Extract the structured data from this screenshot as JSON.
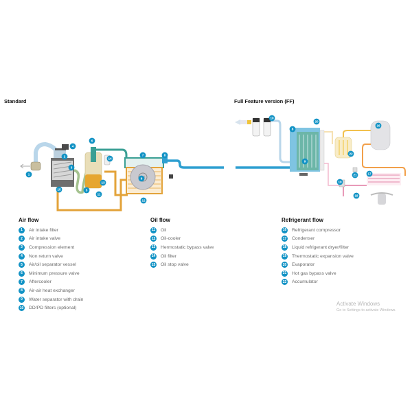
{
  "sections": {
    "standard_title": "Standard",
    "ff_title": "Full Feature version (FF)"
  },
  "colors": {
    "badge": "#1393c5",
    "air_pipe": "#b9d6ea",
    "air_out_pipe": "#2e9fd0",
    "oil_pipe": "#e3a33a",
    "aftercooler_pipe": "#3a9f94",
    "refrigerant_hot": "#f2c14e",
    "refrigerant_liquid": "#e89ab8"
  },
  "legends": {
    "air": {
      "title": "Air flow",
      "items": [
        {
          "num": "1",
          "label": "Air intake filter"
        },
        {
          "num": "2",
          "label": "Air intake valve"
        },
        {
          "num": "3",
          "label": "Compression element"
        },
        {
          "num": "4",
          "label": "Non return valve"
        },
        {
          "num": "5",
          "label": "Air/oil separator vessel"
        },
        {
          "num": "6",
          "label": "Minimum pressure valve"
        },
        {
          "num": "7",
          "label": "Aftercooler"
        },
        {
          "num": "8",
          "label": "Air-air heat exchanger"
        },
        {
          "num": "9",
          "label": "Water separator with drain"
        },
        {
          "num": "10",
          "label": "DD/PD filters (optional)"
        }
      ]
    },
    "oil": {
      "title": "Oil flow",
      "items": [
        {
          "num": "11",
          "label": "Oil"
        },
        {
          "num": "12",
          "label": "Oil-cooler"
        },
        {
          "num": "13",
          "label": "Hermostatic bypass valve"
        },
        {
          "num": "14",
          "label": "Oil filter"
        },
        {
          "num": "15",
          "label": "Oil stop valve"
        }
      ]
    },
    "refrigerant": {
      "title": "Refrigerant flow",
      "items": [
        {
          "num": "16",
          "label": "Refrigerant compressor"
        },
        {
          "num": "17",
          "label": "Condenser"
        },
        {
          "num": "18",
          "label": "Liquid refrigerant dryer/filter"
        },
        {
          "num": "19",
          "label": "Thermostatic expansion valve"
        },
        {
          "num": "20",
          "label": "Evaporator"
        },
        {
          "num": "21",
          "label": "Hot gas bypass valve"
        },
        {
          "num": "22",
          "label": "Accumulator"
        }
      ]
    }
  },
  "diagram_badges": {
    "standard": [
      "1",
      "2",
      "3",
      "4",
      "5",
      "6",
      "7",
      "8",
      "9",
      "11",
      "12",
      "13",
      "14",
      "15"
    ],
    "ff": [
      "8",
      "9",
      "10",
      "16",
      "17",
      "18",
      "19",
      "20",
      "21",
      "22"
    ]
  },
  "watermark": {
    "line1": "Activate Windows",
    "line2": "Go to Settings to activate Windows."
  }
}
